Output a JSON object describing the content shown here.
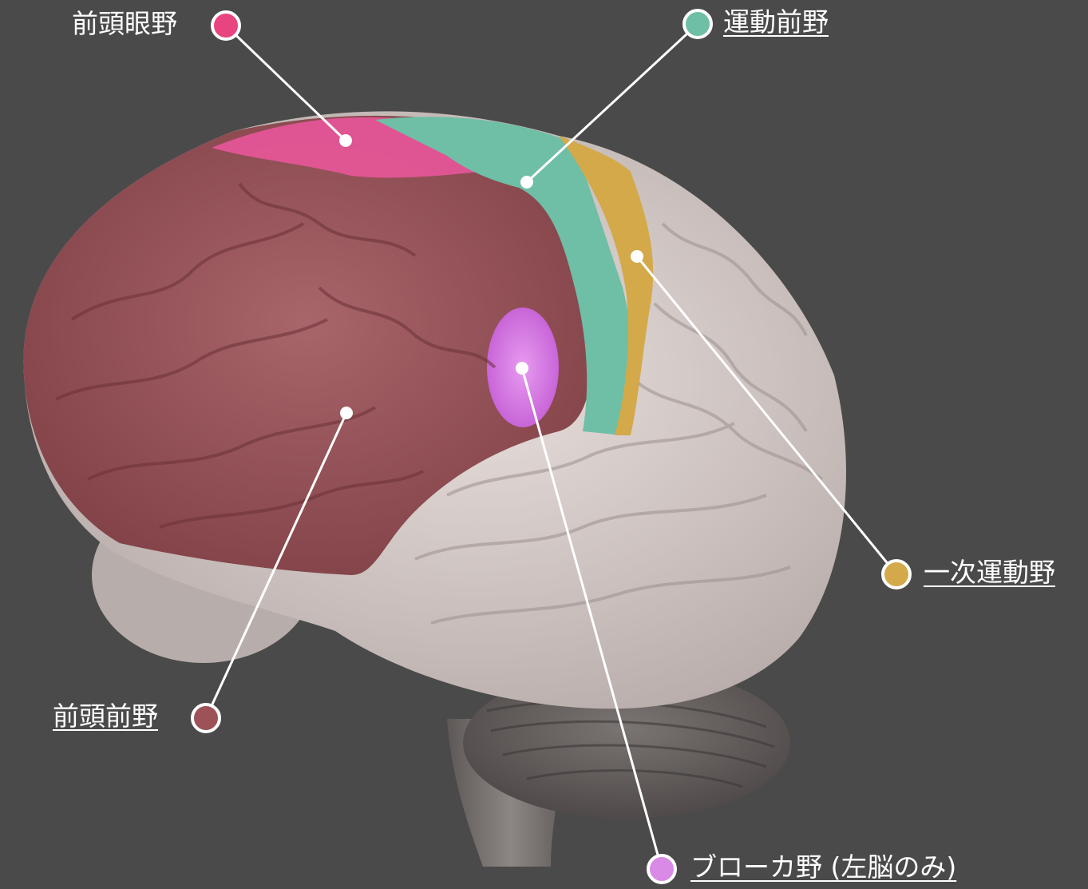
{
  "colors": {
    "background": "#4a4a4a",
    "frontal_eye_field": "#e8447f",
    "premotor_cortex": "#6fbea6",
    "primary_motor_cortex": "#d4a94a",
    "prefrontal_cortex": "#9c5257",
    "broca_area": "#d98ae6"
  },
  "labels": [
    {
      "id": "frontal-eye-field",
      "text": "前頭眼野",
      "link": false,
      "marker_color": "#e8447f"
    },
    {
      "id": "premotor-cortex",
      "text": "運動前野",
      "link": true,
      "marker_color": "#6fbea6"
    },
    {
      "id": "primary-motor-cortex",
      "text": "一次運動野",
      "link": true,
      "marker_color": "#d4a94a"
    },
    {
      "id": "prefrontal-cortex",
      "text": "前頭前野",
      "link": true,
      "marker_color": "#9c5257"
    },
    {
      "id": "broca-area",
      "text": "ブローカ野 (左脳のみ)",
      "link": true,
      "marker_color": "#d98ae6"
    }
  ]
}
